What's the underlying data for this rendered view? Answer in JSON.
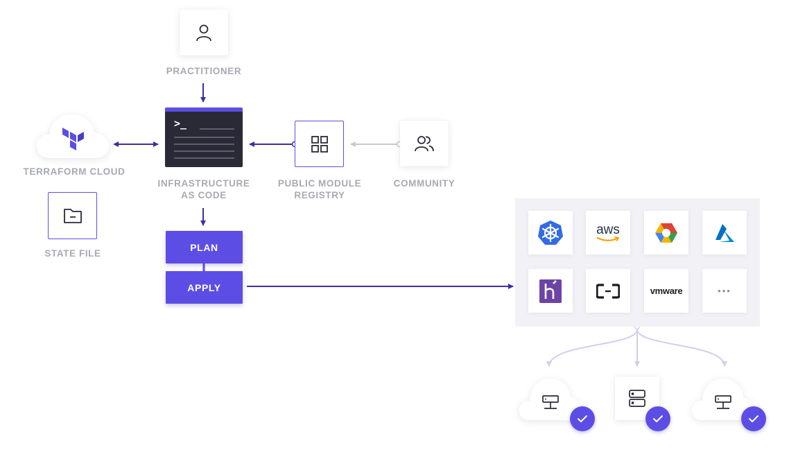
{
  "labels": {
    "practitioner": "PRACTITIONER",
    "terraform_cloud": "TERRAFORM CLOUD",
    "state_file": "STATE FILE",
    "iac_line1": "INFRASTRUCTURE",
    "iac_line2": "AS CODE",
    "registry_line1": "PUBLIC MODULE",
    "registry_line2": "REGISTRY",
    "community": "COMMUNITY"
  },
  "terminal": {
    "prompt": ">_"
  },
  "steps": {
    "plan": "PLAN",
    "apply": "APPLY"
  },
  "providers": [
    {
      "name": "kubernetes-icon"
    },
    {
      "name": "aws-icon",
      "text": "aws"
    },
    {
      "name": "google-cloud-icon"
    },
    {
      "name": "azure-icon"
    },
    {
      "name": "heroku-icon"
    },
    {
      "name": "alibaba-cloud-icon"
    },
    {
      "name": "vmware-icon",
      "text": "vmware"
    },
    {
      "name": "more-icon",
      "text": "•••"
    }
  ],
  "colors": {
    "accent": "#5c4ee5",
    "label_gray": "#a9a9b2",
    "terminal_bg": "#2a2a37",
    "connector_light": "#cfcff0"
  }
}
